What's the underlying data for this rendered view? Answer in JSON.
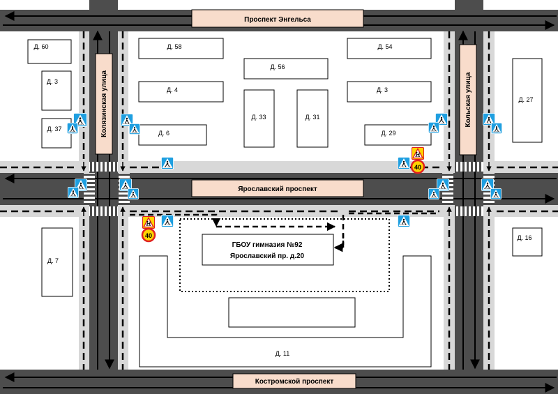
{
  "streets": {
    "engels": "Проспект Энгельса",
    "kolyazinskaya": "Колязинская улица",
    "kolskaya": "Кольская улица",
    "yaroslavsky": "Ярославский проспект",
    "kostromskoy": "Костромской проспект"
  },
  "buildings": {
    "b60": "Д. 60",
    "b58": "Д. 58",
    "b54": "Д. 54",
    "b56": "Д. 56",
    "b3_left": "Д. 3",
    "b4": "Д. 4",
    "b3_right": "Д. 3",
    "b27": "Д. 27",
    "b33": "Д. 33",
    "b31": "Д. 31",
    "b37": "Д. 37",
    "b6": "Д. 6",
    "b29": "Д. 29",
    "b7": "Д. 7",
    "b16": "Д. 16",
    "b11": "Д. 11"
  },
  "school": {
    "name": "ГБОУ гимназия №92",
    "address": "Ярославский пр. д.20"
  },
  "signs": {
    "speed_limit": "40"
  },
  "colors": {
    "road": "#4d4d4d",
    "sidewalk": "#d8d8d8",
    "label_fill": "#f8dccb",
    "sign_blue": "#1f9fe0",
    "sign_red": "#e02020",
    "sign_yellow": "#ffd400"
  },
  "icons": {
    "crossing_sign": "pedestrian-crossing-icon",
    "children_sign": "children-warning-icon",
    "speed_sign": "speed-limit-icon"
  }
}
